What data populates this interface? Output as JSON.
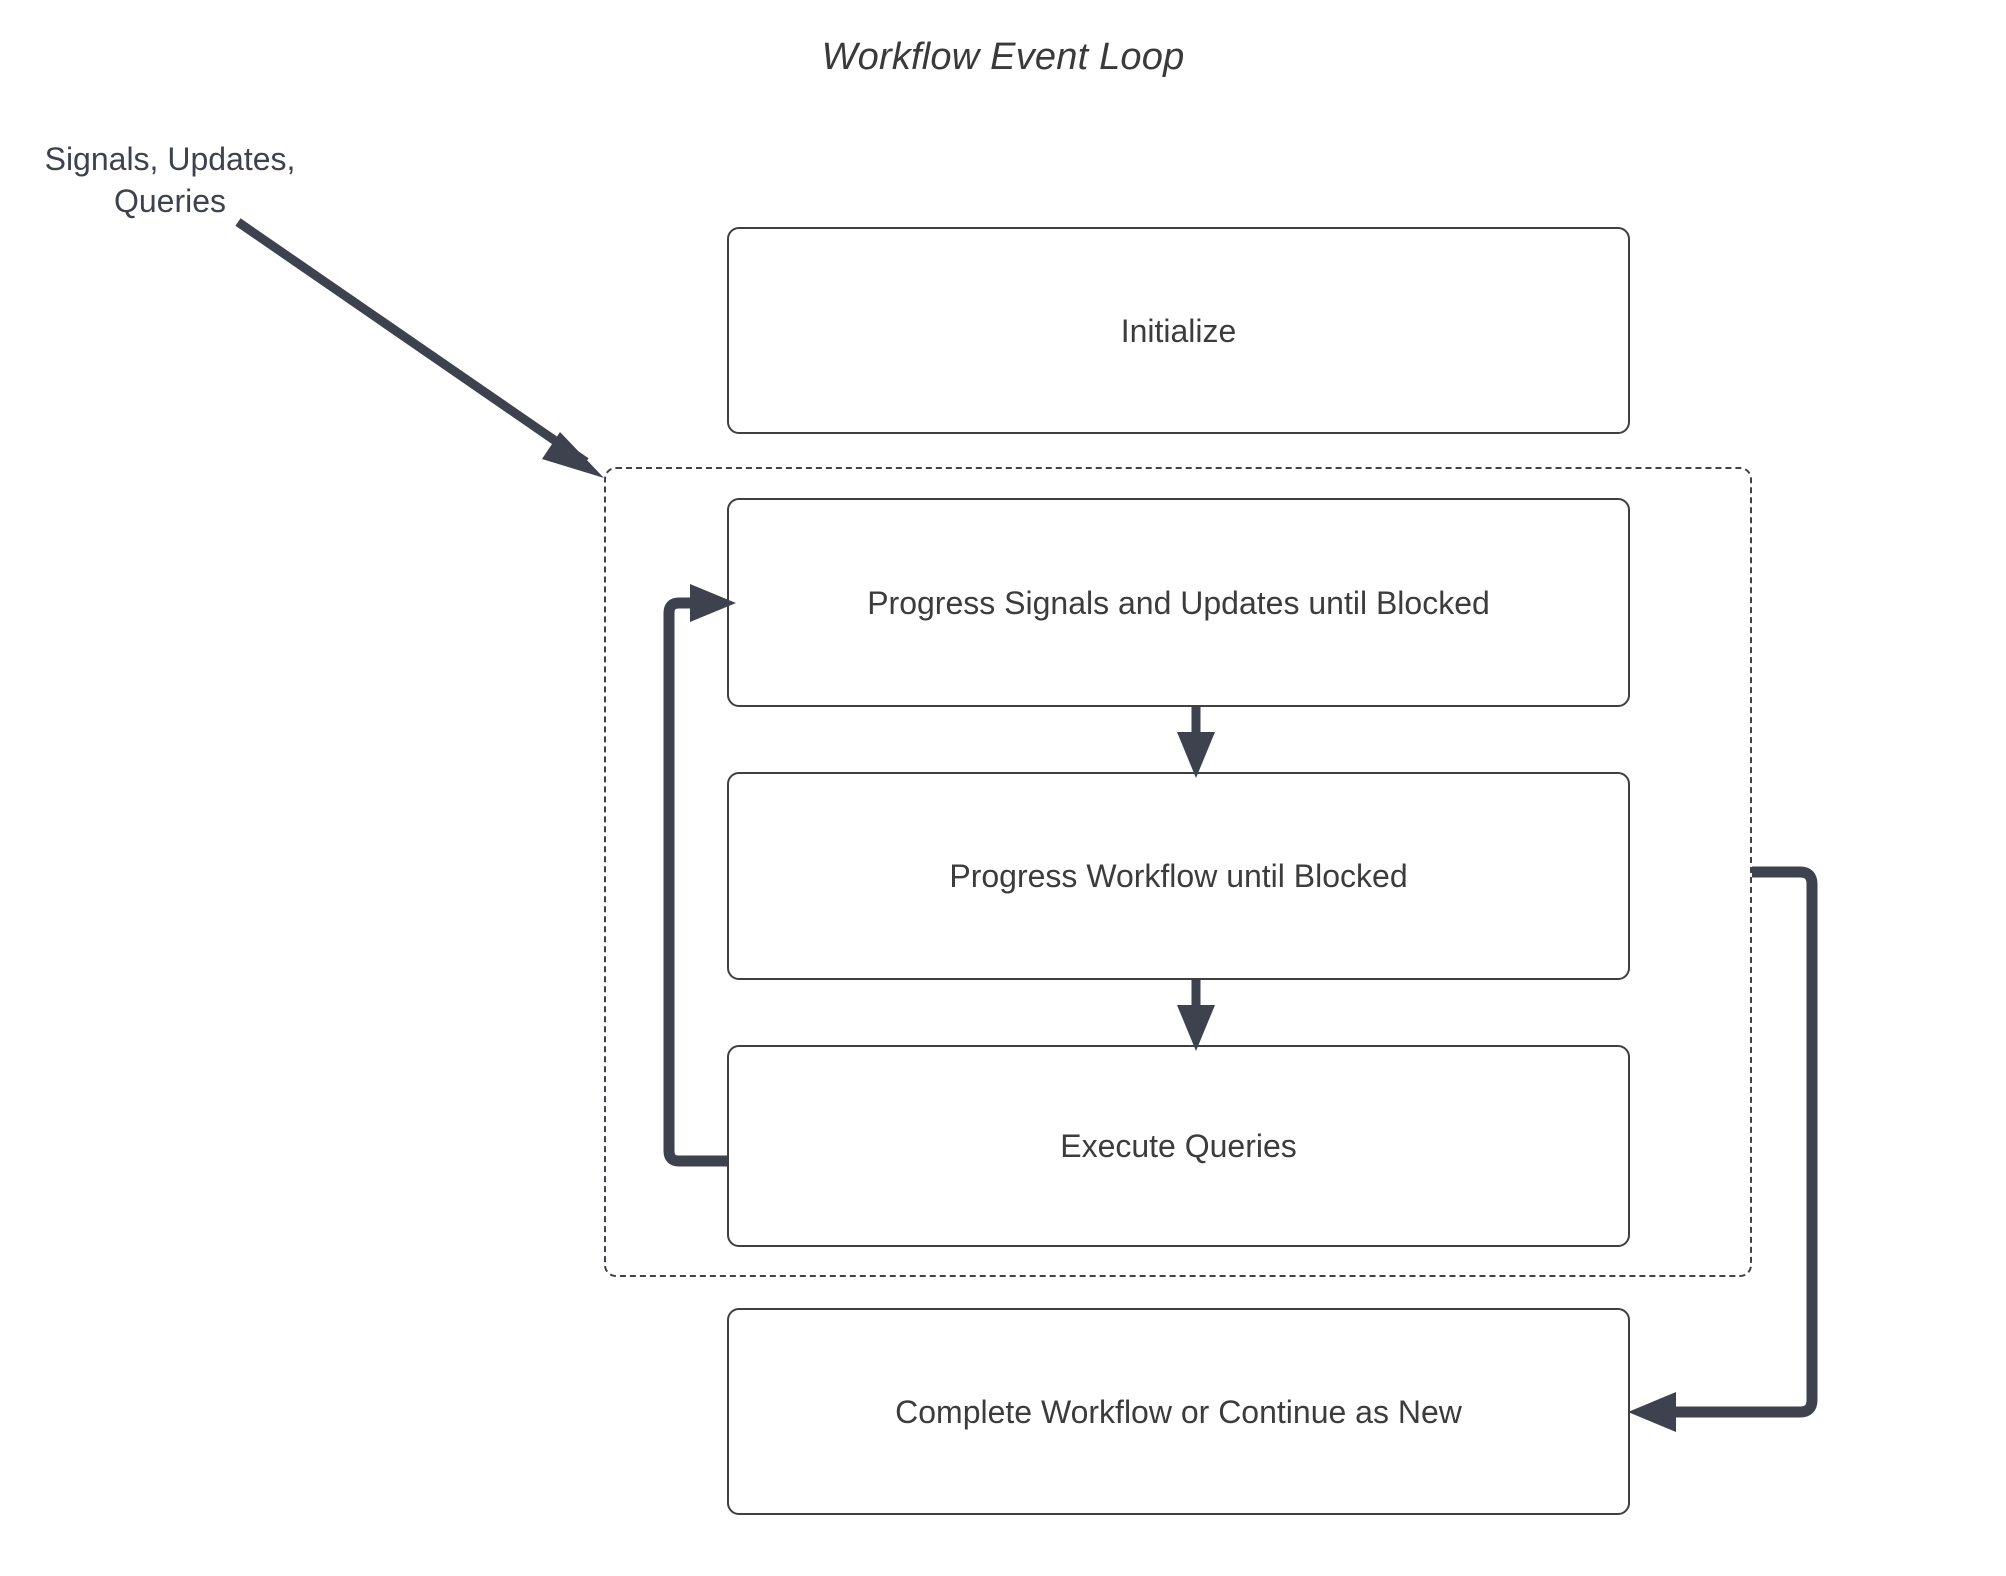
{
  "diagram": {
    "title": "Workflow Event Loop",
    "type": "flowchart",
    "accent_color": "#3d424e",
    "box_border_color": "#3f3f3f",
    "text_color": "#3c3c3c",
    "background": "#ffffff",
    "external_input_label": "Signals, Updates,\nQueries",
    "external_input_label_line1": "Signals, Updates,",
    "external_input_label_line2": "Queries",
    "loop_container": {
      "name": "event-loop-region",
      "border_style": "dashed",
      "label": ""
    },
    "nodes": [
      {
        "id": "initialize",
        "label": "Initialize",
        "shape": "rounded-rect",
        "inside_loop": false
      },
      {
        "id": "progress-signals",
        "label": "Progress Signals and Updates until Blocked",
        "shape": "rounded-rect",
        "inside_loop": true
      },
      {
        "id": "progress-workflow",
        "label": "Progress Workflow until Blocked",
        "shape": "rounded-rect",
        "inside_loop": true
      },
      {
        "id": "execute-queries",
        "label": "Execute Queries",
        "shape": "rounded-rect",
        "inside_loop": true
      },
      {
        "id": "complete-workflow",
        "label": "Complete Workflow or Continue as New",
        "shape": "rounded-rect",
        "inside_loop": false
      }
    ],
    "edges": [
      {
        "id": "input-to-loop",
        "from": "Signals, Updates, Queries",
        "to": "event-loop-region",
        "style": "solid-arrow",
        "label": ""
      },
      {
        "id": "signals-to-workflow",
        "from": "progress-signals",
        "to": "progress-workflow",
        "style": "solid-arrow",
        "label": ""
      },
      {
        "id": "workflow-to-queries",
        "from": "progress-workflow",
        "to": "execute-queries",
        "style": "solid-arrow",
        "label": ""
      },
      {
        "id": "queries-back-to-signals",
        "from": "execute-queries",
        "to": "progress-signals",
        "style": "loop-arrow-left",
        "label": ""
      },
      {
        "id": "loop-to-complete",
        "from": "event-loop-region",
        "to": "complete-workflow",
        "style": "loop-arrow-right",
        "label": ""
      }
    ]
  }
}
